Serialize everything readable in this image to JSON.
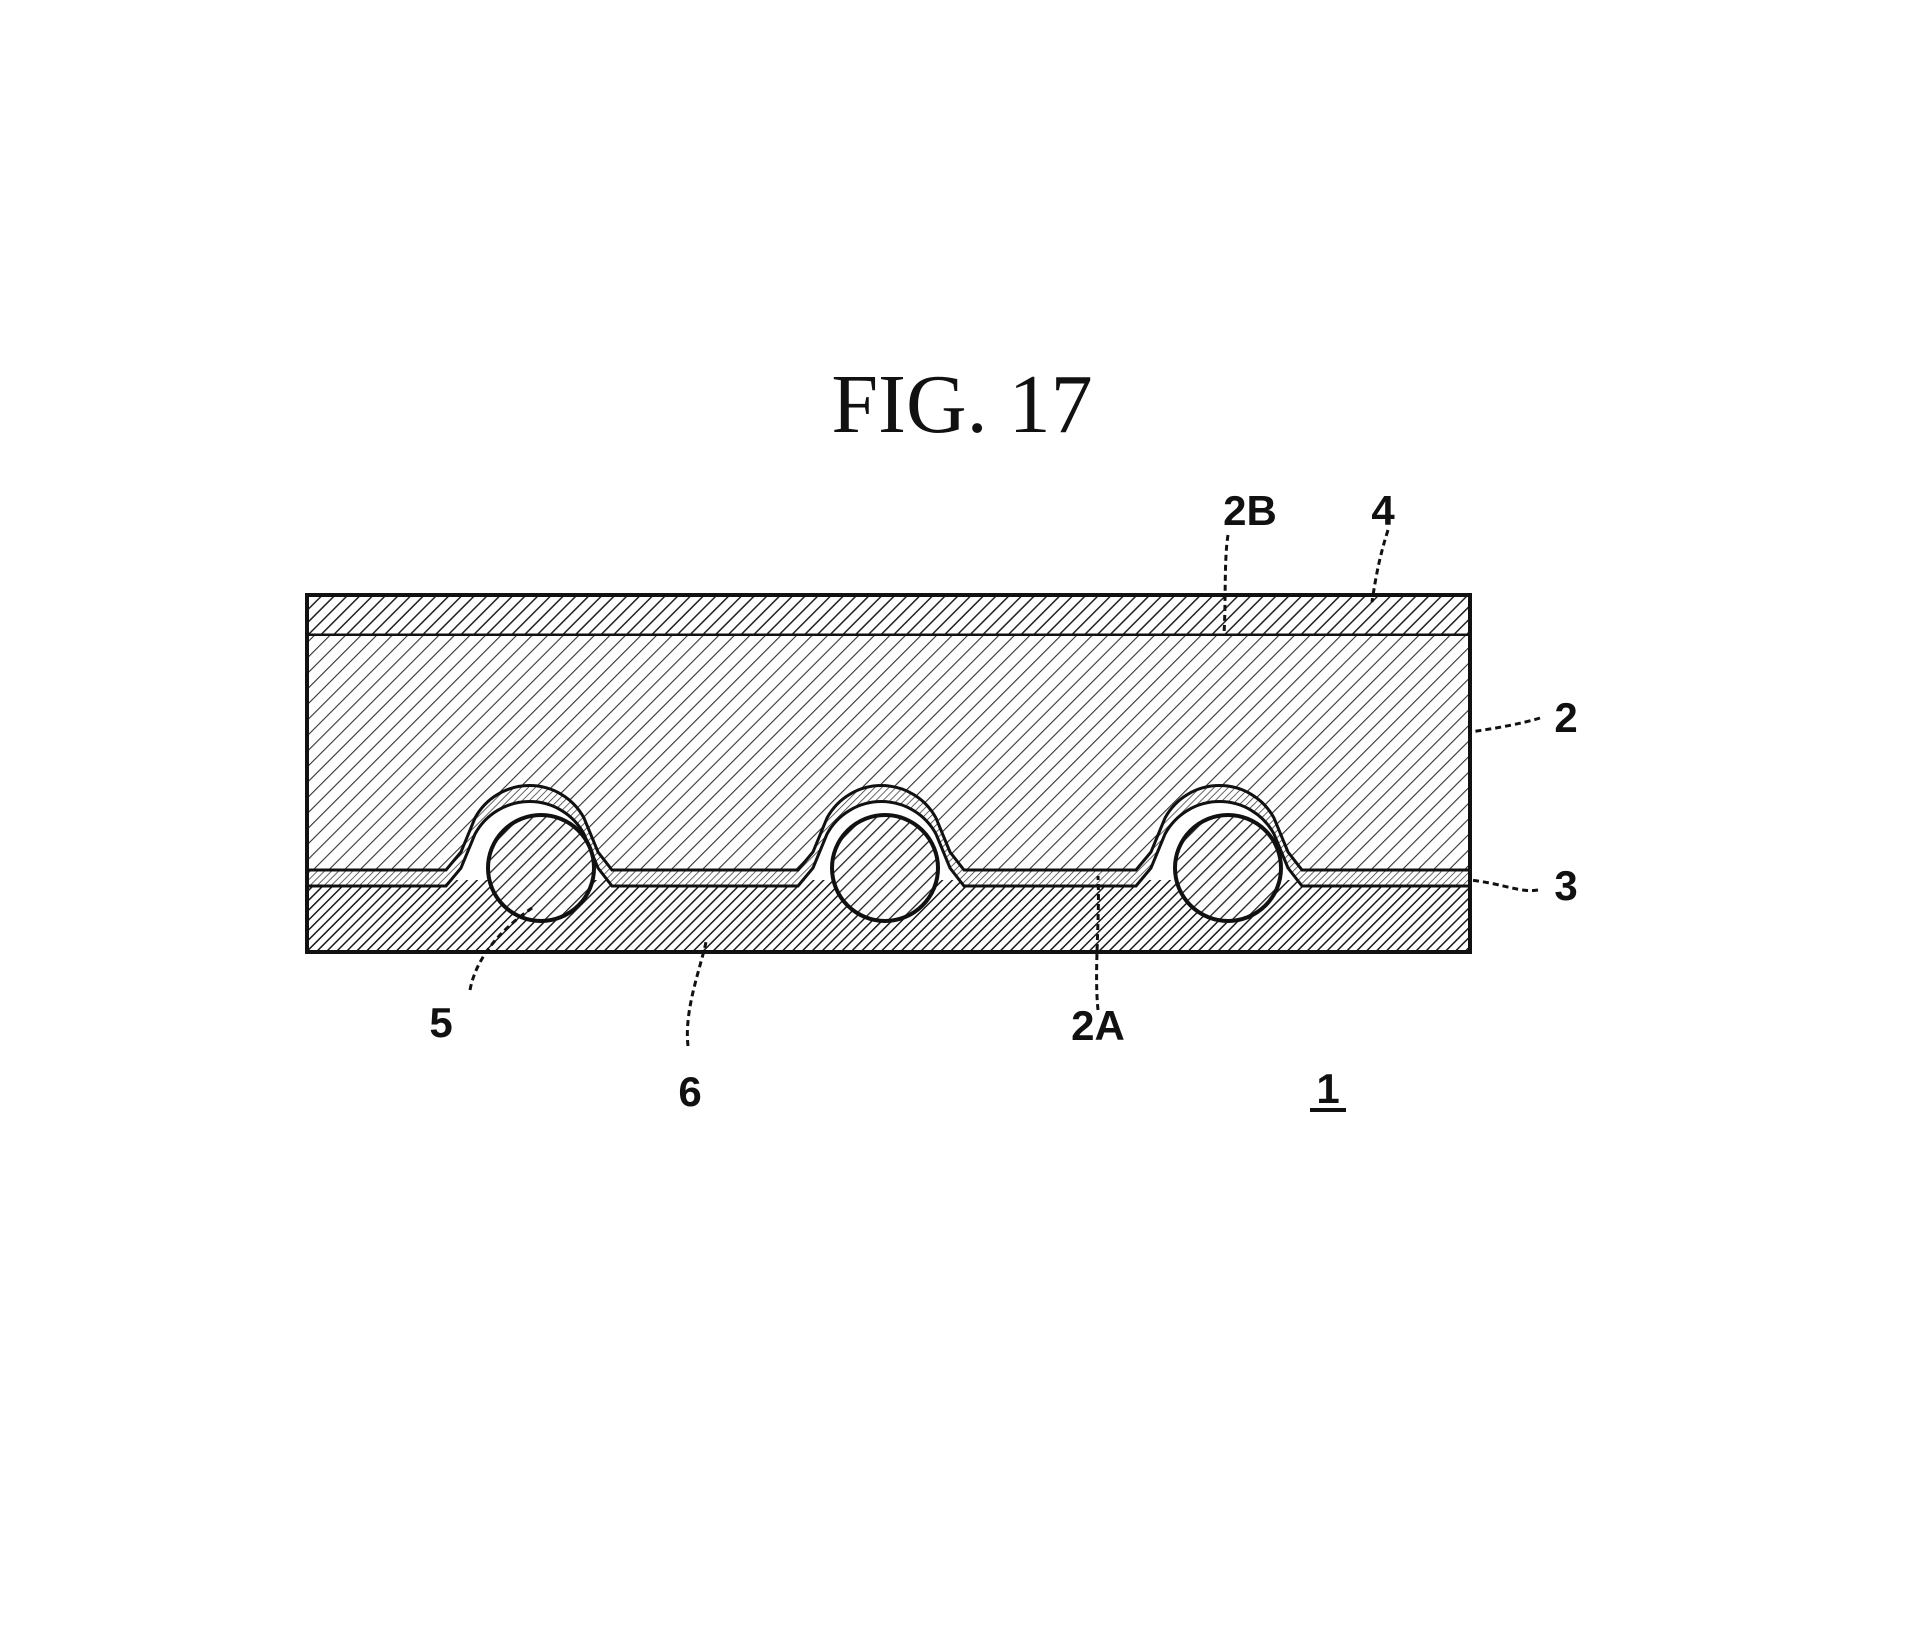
{
  "figure": {
    "title": "FIG. 17",
    "labels": {
      "l2B": "2B",
      "l4": "4",
      "l2": "2",
      "l3": "3",
      "l5": "5",
      "l6": "6",
      "l2A": "2A",
      "l1": "1"
    }
  }
}
